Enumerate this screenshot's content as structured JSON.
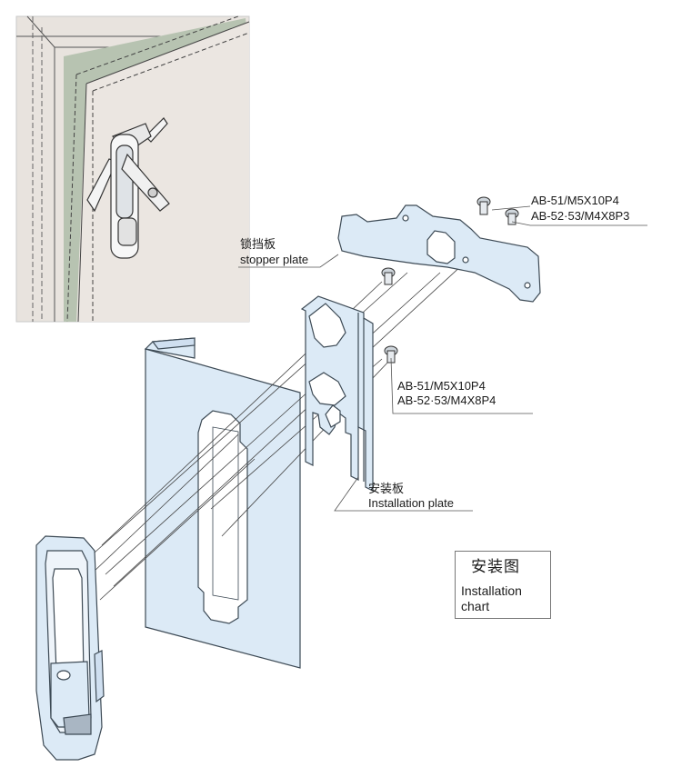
{
  "labels": {
    "screw_top": {
      "line1": "AB-51/M5X10P4",
      "line2": "AB-52·53/M4X8P3"
    },
    "screw_mid": {
      "line1": "AB-51/M5X10P4",
      "line2": "AB-52·53/M4X8P4"
    },
    "stopper_plate": {
      "zh": "锁挡板",
      "en": "stopper plate"
    },
    "installation_plate": {
      "zh": "安装板",
      "en": "Installation plate"
    },
    "chart_title": {
      "zh": "安装图",
      "en": "Installation chart"
    }
  },
  "colors": {
    "plate_fill": "#dceaf6",
    "plate_stroke": "#3d4a55",
    "inset_bg": "#e8e3de",
    "inset_border": "#c9c9c9",
    "frame_green": "#b9c4b3"
  }
}
